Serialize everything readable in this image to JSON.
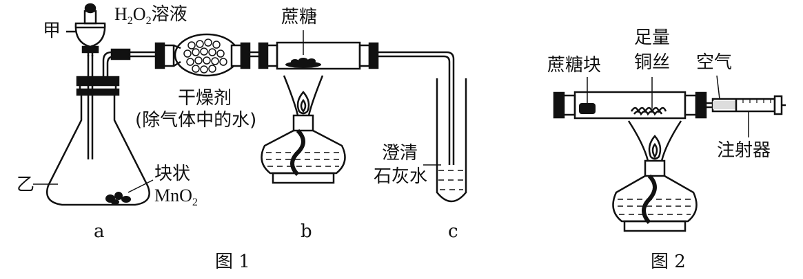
{
  "figure1": {
    "caption": "图 1",
    "apparatus_a": {
      "letter": "a",
      "funnel_label": "甲",
      "flask_label": "乙",
      "solution_label": {
        "prefix": "H",
        "sub1": "2",
        "mid": "O",
        "sub2": "2",
        "suffix": "溶液"
      },
      "solid_label_line1": "块状",
      "solid_label_line2": {
        "main": "MnO",
        "sub": "2"
      },
      "desiccant_label_line1": "干燥剂",
      "desiccant_label_line2": "(除气体中的水)"
    },
    "apparatus_b": {
      "letter": "b",
      "sample_label": "蔗糖"
    },
    "apparatus_c": {
      "letter": "c",
      "reagent_label_line1": "澄清",
      "reagent_label_line2": "石灰水"
    }
  },
  "figure2": {
    "caption": "图 2",
    "sample_label": "蔗糖块",
    "copper_label_line1": "足量",
    "copper_label_line2": "铜丝",
    "air_label": "空气",
    "syringe_label": "注射器"
  }
}
